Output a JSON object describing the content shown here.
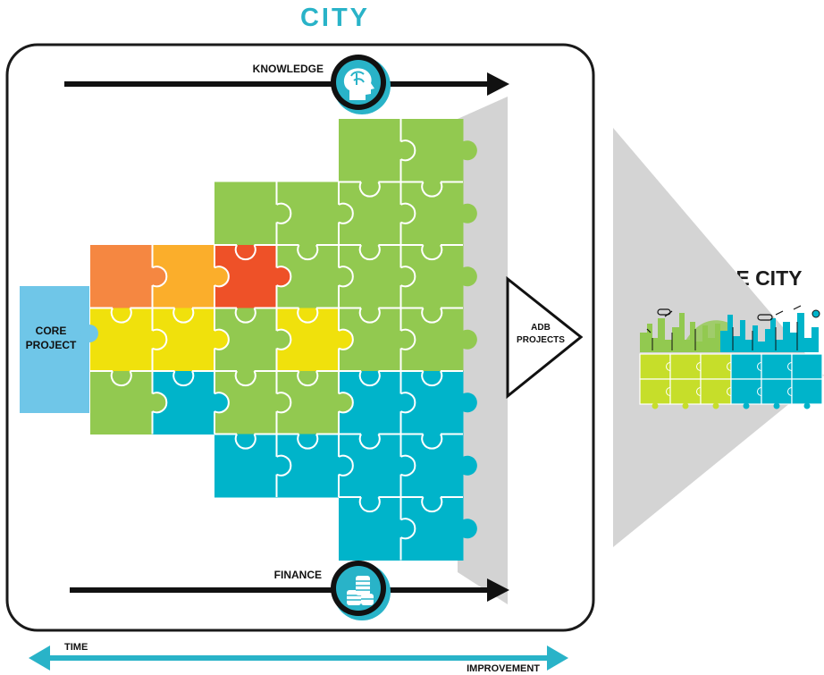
{
  "title": "CITY",
  "core_project": {
    "line1": "CORE",
    "line2": "PROJECT"
  },
  "knowledge": {
    "label": "KNOWLEDGE",
    "icon": "head-brain-icon"
  },
  "finance": {
    "label": "FINANCE",
    "icon": "coin-stack-icon"
  },
  "adb_projects": {
    "line1": "ADB",
    "line2": "PROJECTS"
  },
  "livable_city": "LIVABLE CITY",
  "axis": {
    "time": "TIME",
    "improvement": "IMPROVEMENT"
  },
  "colors": {
    "green": "#92c950",
    "cyan": "#00b4ca",
    "yellow": "#f0e10c",
    "orange": "#f58741",
    "amber": "#fbae2b",
    "red": "#ee5128",
    "core_blue": "#6fc6e8",
    "lime": "#c6de2a",
    "gray": "#d3d3d3",
    "accent_teal": "#29b3c8"
  },
  "puzzle_grid": [
    [
      null,
      null,
      null,
      null,
      "green",
      "green"
    ],
    [
      null,
      null,
      "green",
      "green",
      "green",
      "green"
    ],
    [
      "orange",
      "amber",
      "red",
      "green",
      "green",
      "green"
    ],
    [
      "yellow",
      "yellow",
      "green",
      "yellow",
      "green",
      "green"
    ],
    [
      "green",
      "cyan",
      "green",
      "green",
      "cyan",
      "cyan"
    ],
    [
      null,
      null,
      "cyan",
      "cyan",
      "cyan",
      "cyan"
    ],
    [
      null,
      null,
      null,
      null,
      "cyan",
      "cyan"
    ]
  ]
}
